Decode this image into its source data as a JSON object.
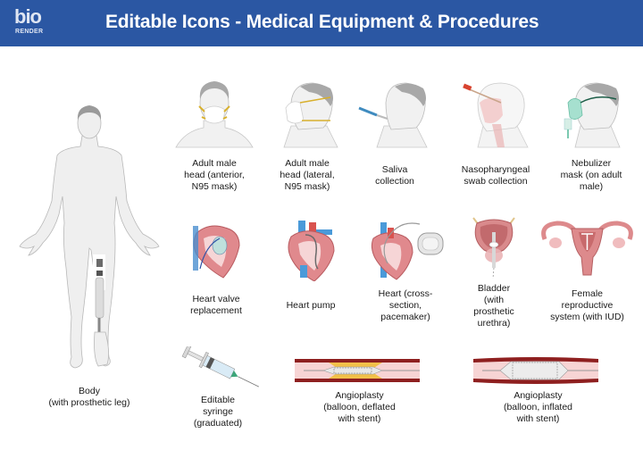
{
  "header": {
    "logo_top": "bio",
    "logo_bottom": "RENDER",
    "title": "Editable Icons - Medical Equipment & Procedures",
    "background_color": "#2b57a3"
  },
  "items": [
    {
      "id": "body",
      "label": "Body\n(with prosthetic leg)",
      "icon": "human-body-prosthetic-leg-icon"
    },
    {
      "id": "head-anterior",
      "label": "Adult male\nhead (anterior,\nN95 mask)",
      "icon": "head-n95-anterior-icon"
    },
    {
      "id": "head-lateral",
      "label": "Adult male\nhead (lateral,\nN95 mask)",
      "icon": "head-n95-lateral-icon"
    },
    {
      "id": "saliva",
      "label": "Saliva\ncollection",
      "icon": "saliva-collection-icon"
    },
    {
      "id": "swab",
      "label": "Nasopharyngeal\nswab collection",
      "icon": "nasopharyngeal-swab-icon"
    },
    {
      "id": "nebulizer",
      "label": "Nebulizer\nmask (on adult\nmale)",
      "icon": "nebulizer-mask-icon"
    },
    {
      "id": "valve",
      "label": "Heart valve\nreplacement",
      "icon": "heart-valve-icon"
    },
    {
      "id": "pump",
      "label": "Heart pump",
      "icon": "heart-pump-icon"
    },
    {
      "id": "pacemaker",
      "label": "Heart (cross-\nsection,\npacemaker)",
      "icon": "heart-pacemaker-icon"
    },
    {
      "id": "bladder",
      "label": "Bladder\n(with\nprosthetic\nurethra)",
      "icon": "bladder-icon"
    },
    {
      "id": "female",
      "label": "Female\nreproductive\nsystem (with IUD)",
      "icon": "female-reproductive-icon"
    },
    {
      "id": "syringe",
      "label": "Editable\nsyringe\n(graduated)",
      "icon": "syringe-icon"
    },
    {
      "id": "angio-deflated",
      "label": "Angioplasty\n(balloon, deflated\nwith stent)",
      "icon": "angioplasty-deflated-icon"
    },
    {
      "id": "angio-inflated",
      "label": "Angioplasty\n(balloon, inflated\nwith stent)",
      "icon": "angioplasty-inflated-icon"
    }
  ]
}
